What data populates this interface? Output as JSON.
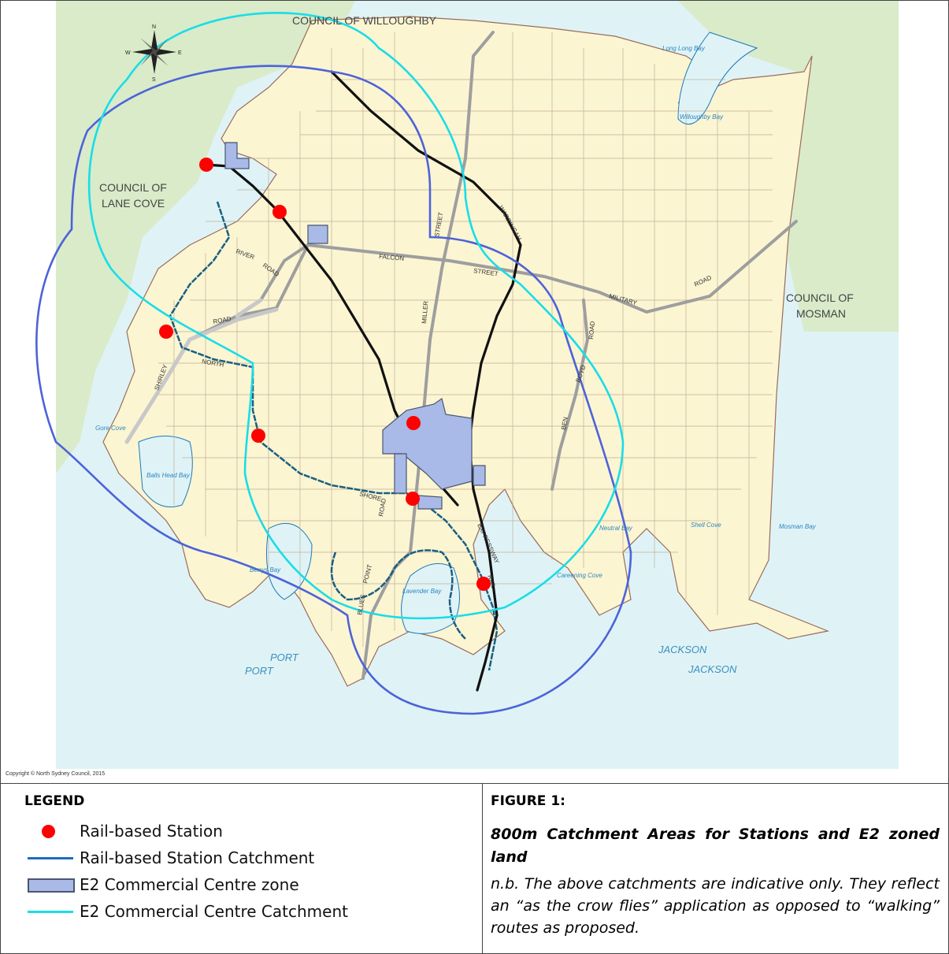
{
  "map": {
    "labels": {
      "willoughby": "COUNCIL OF WILLOUGHBY",
      "lane_cove_1": "COUNCIL OF",
      "lane_cove_2": "LANE COVE",
      "mosman_1": "COUNCIL OF",
      "mosman_2": "MOSMAN",
      "port_1": "PORT",
      "port_2": "PORT",
      "jackson_1": "JACKSON",
      "jackson_2": "JACKSON",
      "long_bay": "Long Long Bay",
      "willoughby_bay": "Willoughby Bay",
      "gore_cove": "Gore Cove",
      "balls_head": "Balls Head Bay",
      "berrys_bay": "Berrys Bay",
      "lavender_bay": "Lavender Bay",
      "neutral_bay": "Neutral Bay",
      "careening_cove": "Careening Cove",
      "shell_cove": "Shell Cove",
      "mosman_bay": "Mosman Bay"
    },
    "streets": {
      "street": "STREET",
      "miller": "MILLER",
      "warringah": "WARRINGAH",
      "falcon": "FALCON",
      "street2": "STREET",
      "military": "MILITARY",
      "road_military": "ROAD",
      "river": "RIVER",
      "road_river": "ROAD",
      "road": "ROAD",
      "north": "NORTH",
      "shirley": "SHIRLEY",
      "ben": "BEN",
      "boyd": "BOYD",
      "road_ben": "ROAD",
      "shore": "SHORE",
      "road_pacific": "ROAD",
      "point": "POINT",
      "blues": "BLUES",
      "expressway": "EXPRESSWAY",
      "rail": "RAIL"
    },
    "compass": {
      "n": "N",
      "s": "S",
      "e": "E",
      "w": "W"
    },
    "copyright": "Copyright © North Sydney Council, 2015",
    "colors": {
      "water": "#dff3f6",
      "land": "#fbf5d2",
      "outside_land": "#d9ebc9",
      "road_major": "#9e9e9e",
      "station": "#ff0000",
      "station_catchment": "#4d63d9",
      "e2_catchment": "#19dde8",
      "e2_zone": "#a9b9e8",
      "rail": "#1a5f82",
      "highway": "#111111"
    }
  },
  "legend": {
    "title": "LEGEND",
    "items": [
      {
        "label": "Rail-based Station",
        "symbol": "dot"
      },
      {
        "label": "Rail-based Station Catchment",
        "symbol": "blue-line"
      },
      {
        "label": "E2 Commercial Centre zone",
        "symbol": "box"
      },
      {
        "label": "E2 Commercial Centre Catchment",
        "symbol": "cyan-line"
      }
    ]
  },
  "figure": {
    "title": "FIGURE 1:",
    "subtitle": "800m Catchment Areas for Stations and E2 zoned land",
    "note": "n.b. The above catchments are indicative only. They reflect an “as the crow flies” application as opposed to “walking” routes as proposed."
  }
}
